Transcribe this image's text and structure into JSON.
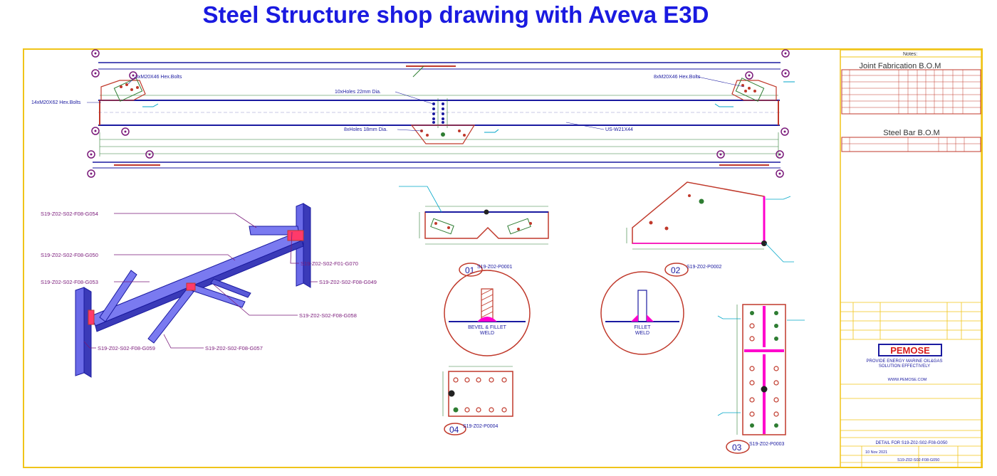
{
  "title": "Steel Structure shop drawing with Aveva E3D",
  "colors": {
    "title": "#1a1ae0",
    "frame": "#f0c419",
    "steel": "#1a1aa0",
    "weld": "#ff00cc",
    "bubble": "#7a1a7a",
    "bolt": "#c0392b",
    "pemose": "#d81b1b"
  },
  "main_view": {
    "callouts": {
      "bolts_left": "8xM20X46 Hex.Bolts",
      "bolts_right": "8xM20X46 Hex.Bolts",
      "bolts_end": "14xM20X62 Hex.Bolts",
      "holes_22": "10xHoles 22mm Dia.",
      "holes_18": "8xHoles 18mm Dia.",
      "beam": "US-W21X44"
    }
  },
  "iso_view": {
    "labels": {
      "g054": "S19-Z02-S02-F08-G054",
      "g050": "S19-Z02-S02-F08-G050",
      "g053": "S19-Z02-S02-F08-G053",
      "g070": "S19-Z02-S02-F01-G070",
      "g049": "S19-Z02-S02-F08-G049",
      "g058": "S19-Z02-S02-F08-G058",
      "g059": "S19-Z02-S02-F08-G059",
      "g057": "S19-Z02-S02-F08-G057"
    }
  },
  "details": [
    {
      "number": "01",
      "ref": "S19-Z02-P0001"
    },
    {
      "number": "02",
      "ref": "S19-Z02-P0002"
    },
    {
      "number": "03",
      "ref": "S19-Z02-P0003"
    },
    {
      "number": "04",
      "ref": "S19-Z02-P0004"
    }
  ],
  "weld_details": {
    "bevel": {
      "line1": "BEVEL & FILLET",
      "line2": "WELD"
    },
    "fillet": {
      "line1": "FILLET",
      "line2": "WELD"
    }
  },
  "title_block": {
    "notes_title": "Notes:",
    "joint_bom_title": "Joint Fabrication B.O.M",
    "steel_bom_title": "Steel Bar B.O.M",
    "company": "PEMOSE",
    "slogan_1": "PROVIDE ENERGY MARINE OIL&GAS",
    "slogan_2": "SOLUTION EFFECTIVELY",
    "website": "WWW.PEMOSE.COM",
    "drawing_title": "DETAIL FOR S19-Z02-S02-F08-G050",
    "date": "10 Nov 2021",
    "drawing_no": "S19-Z02-S02-F08-G050"
  }
}
